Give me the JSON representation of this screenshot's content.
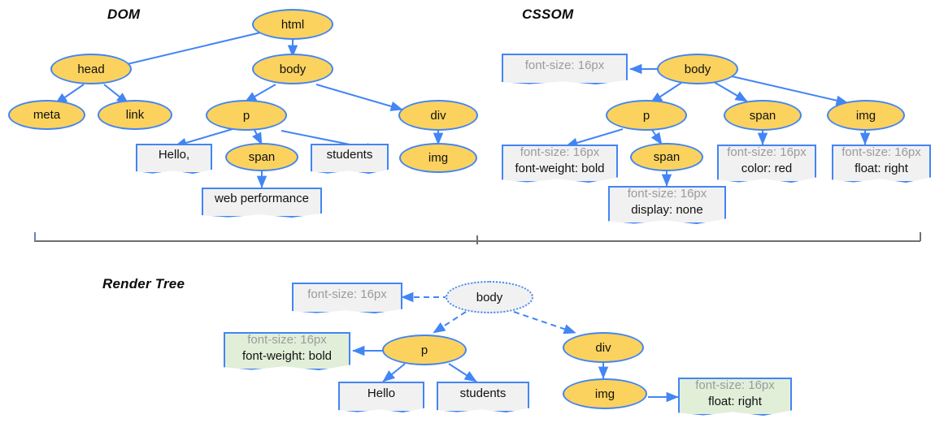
{
  "diagram": {
    "title": "DOM, CSSOM and Render Tree construction",
    "colors": {
      "node_fill": "#FBD25E",
      "node_stroke": "#4285F4",
      "box_fill": "#F1F1F1",
      "box_green_fill": "#E1EFD9",
      "inherited_text": "#9b9b9b",
      "text": "#111111",
      "divider": "#6f6f6f"
    }
  },
  "sections": {
    "dom": {
      "title": "DOM",
      "nodes": {
        "html": "html",
        "head": "head",
        "body": "body",
        "meta": "meta",
        "link": "link",
        "p": "p",
        "div": "div",
        "span": "span",
        "img": "img"
      },
      "text_boxes": {
        "hello": "Hello,",
        "students": "students",
        "web_performance": "web performance"
      }
    },
    "cssom": {
      "title": "CSSOM",
      "nodes": {
        "body": "body",
        "p": "p",
        "span_under_p": "span",
        "span": "span",
        "img": "img"
      },
      "style_boxes": {
        "body": {
          "l1": "font-size: 16px",
          "l2": ""
        },
        "p": {
          "l1": "font-size: 16px",
          "l2": "font-weight: bold"
        },
        "span_under_p": {
          "l1": "font-size: 16px",
          "l2": "display: none"
        },
        "span": {
          "l1": "font-size: 16px",
          "l2": "color: red"
        },
        "img": {
          "l1": "font-size: 16px",
          "l2": "float: right"
        }
      }
    },
    "render_tree": {
      "title": "Render Tree",
      "nodes": {
        "body": "body",
        "p": "p",
        "div": "div",
        "img": "img"
      },
      "text_boxes": {
        "hello": "Hello",
        "students": "students"
      },
      "style_boxes": {
        "body": {
          "l1": "font-size: 16px",
          "l2": ""
        },
        "p": {
          "l1": "font-size: 16px",
          "l2": "font-weight: bold"
        },
        "img": {
          "l1": "font-size: 16px",
          "l2": "float: right"
        }
      }
    }
  }
}
